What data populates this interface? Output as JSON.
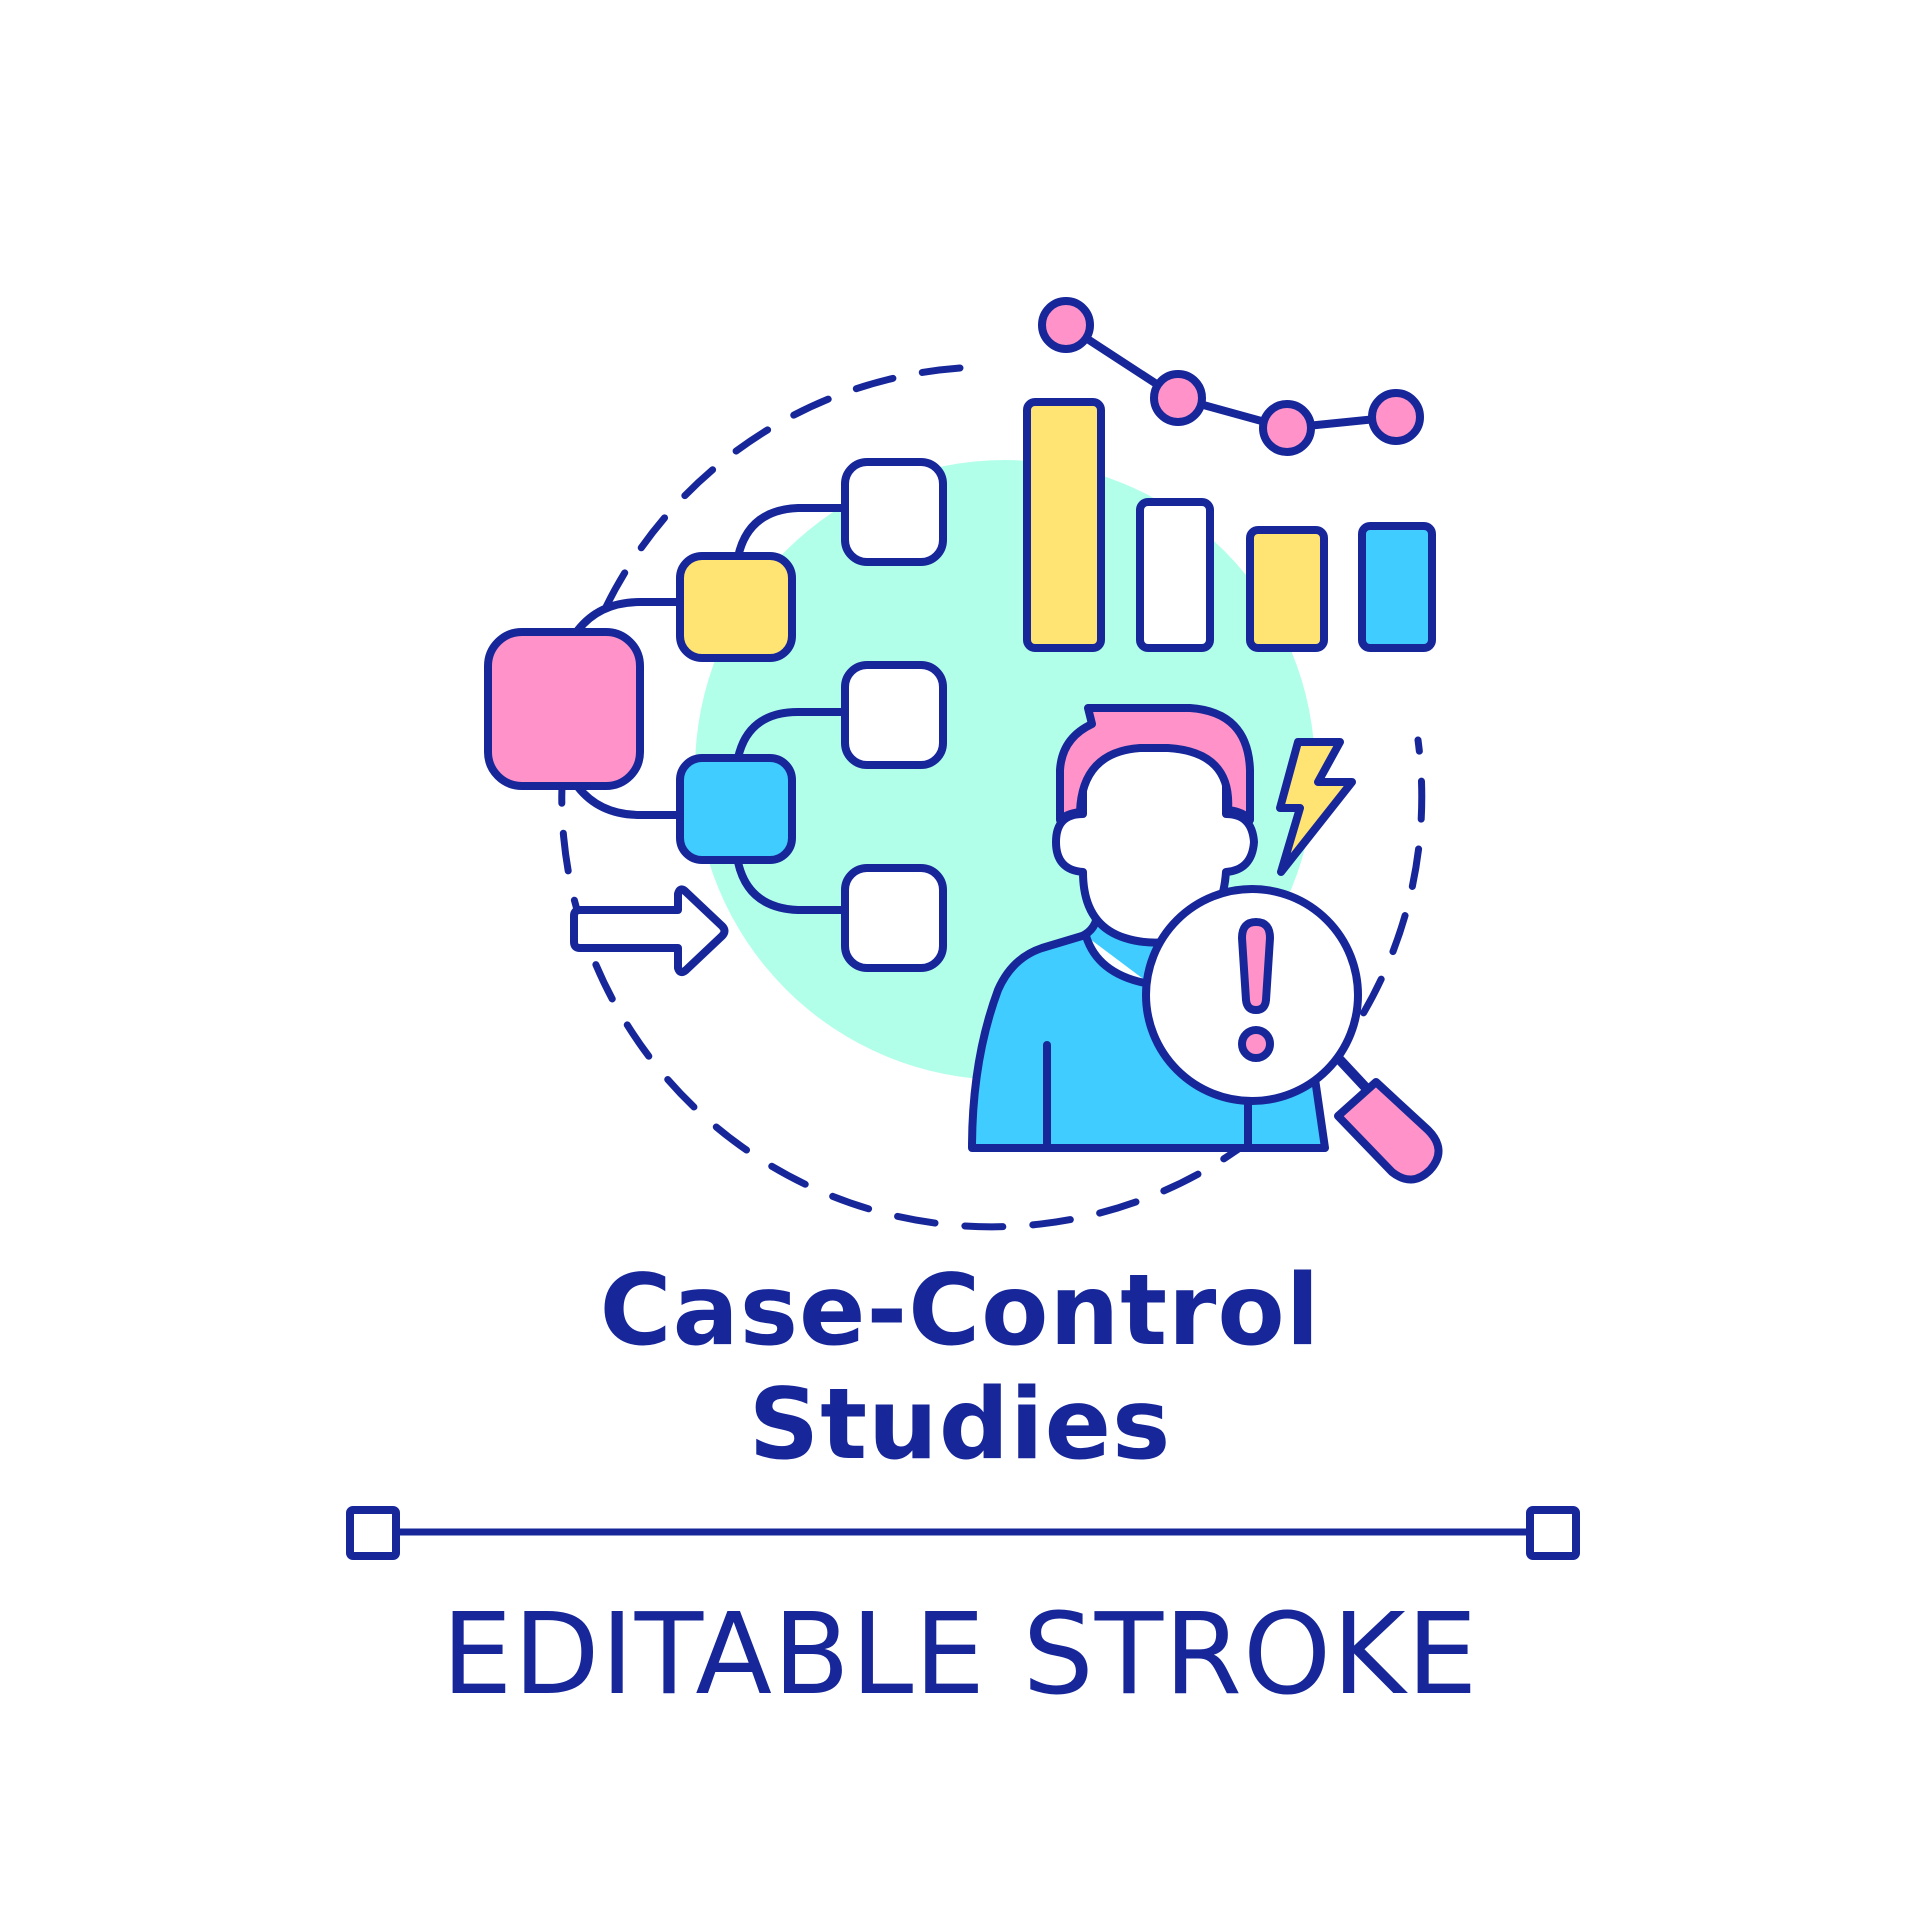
{
  "title": {
    "line1": "Case-Control",
    "line2": "Studies"
  },
  "caption": "EDITABLE STROKE",
  "colors": {
    "outline": "#17279a",
    "pink": "#ff92c8",
    "yellow": "#ffe373",
    "blue": "#40ccff",
    "mint": "#b2ffe9",
    "background": "#ffffff"
  },
  "icons": [
    "flowchart-icon",
    "bar-chart-icon",
    "line-chart-icon",
    "person-icon",
    "magnifier-icon",
    "lightning-icon",
    "arrow-right-icon"
  ]
}
